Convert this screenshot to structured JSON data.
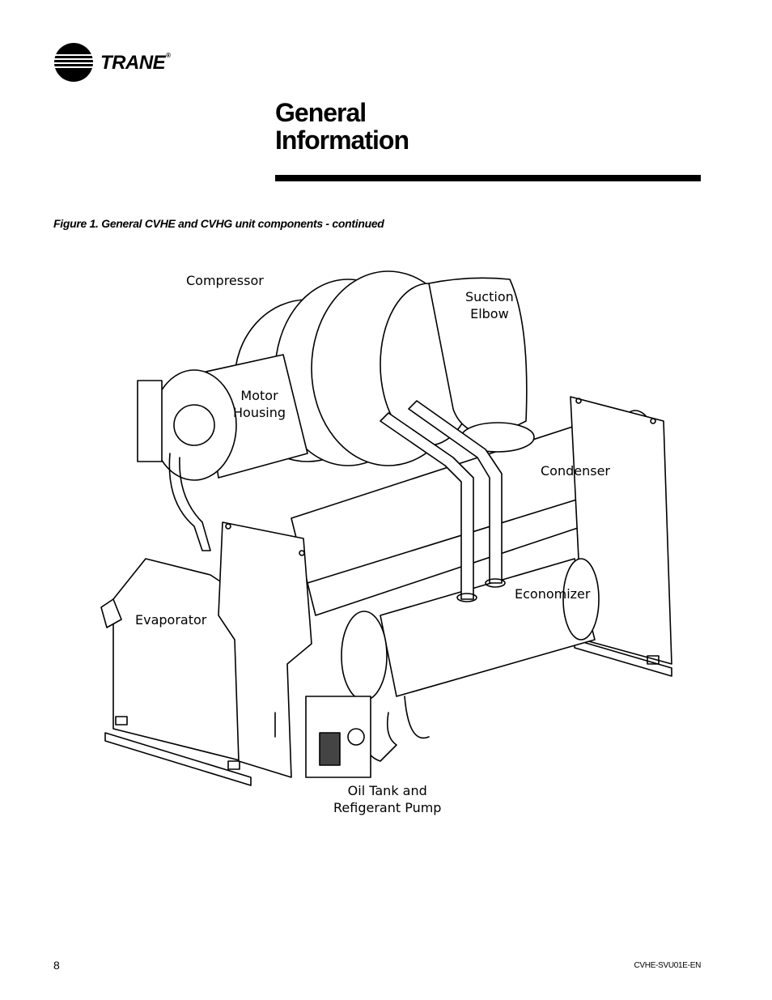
{
  "header": {
    "logo_text": "TRANE",
    "logo_mark": "®",
    "title_line1": "General",
    "title_line2": "Information"
  },
  "figure": {
    "caption": "Figure 1. General CVHE and CVHG unit components - continued",
    "labels": {
      "compressor": "Compressor",
      "suction_elbow_line1": "Suction",
      "suction_elbow_line2": "Elbow",
      "motor_housing_line1": "Motor",
      "motor_housing_line2": "Housing",
      "condenser": "Condenser",
      "economizer": "Economizer",
      "evaporator": "Evaporator",
      "oil_tank_line1": "Oil Tank and",
      "oil_tank_line2": "Refigerant Pump"
    }
  },
  "footer": {
    "page_number": "8",
    "doc_id": "CVHE-SVU01E-EN"
  }
}
